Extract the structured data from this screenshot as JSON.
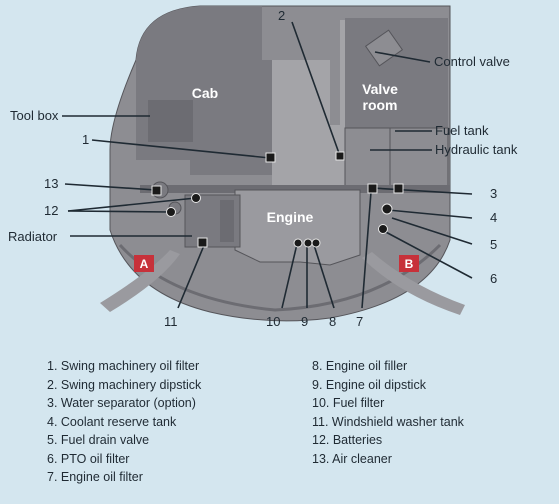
{
  "colors": {
    "background": "#d4e6ef",
    "body_dark": "#7a7a80",
    "body_mid": "#8d8d92",
    "body_light": "#a4a4a8",
    "compartment": "#6c6c72",
    "marker_red": "#c7313a"
  },
  "areas": {
    "cab": "Cab",
    "valve_room_line1": "Valve",
    "valve_room_line2": "room",
    "engine": "Engine"
  },
  "markers": {
    "a": "A",
    "b": "B"
  },
  "callouts": {
    "control_valve": "Control valve",
    "tool_box": "Tool box",
    "fuel_tank": "Fuel tank",
    "hydraulic_tank": "Hydraulic tank",
    "radiator": "Radiator"
  },
  "numbers": [
    "1",
    "2",
    "3",
    "4",
    "5",
    "6",
    "7",
    "8",
    "9",
    "10",
    "11",
    "12",
    "13"
  ],
  "legend_left": [
    "1. Swing machinery oil filter",
    "2. Swing machinery dipstick",
    "3. Water separator (option)",
    "4. Coolant reserve tank",
    "5. Fuel drain valve",
    "6. PTO oil filter",
    "7. Engine oil filter"
  ],
  "legend_right": [
    "8. Engine oil filler",
    "9. Engine oil dipstick",
    "10. Fuel filter",
    "11. Windshield washer tank",
    "12. Batteries",
    "13. Air cleaner"
  ]
}
